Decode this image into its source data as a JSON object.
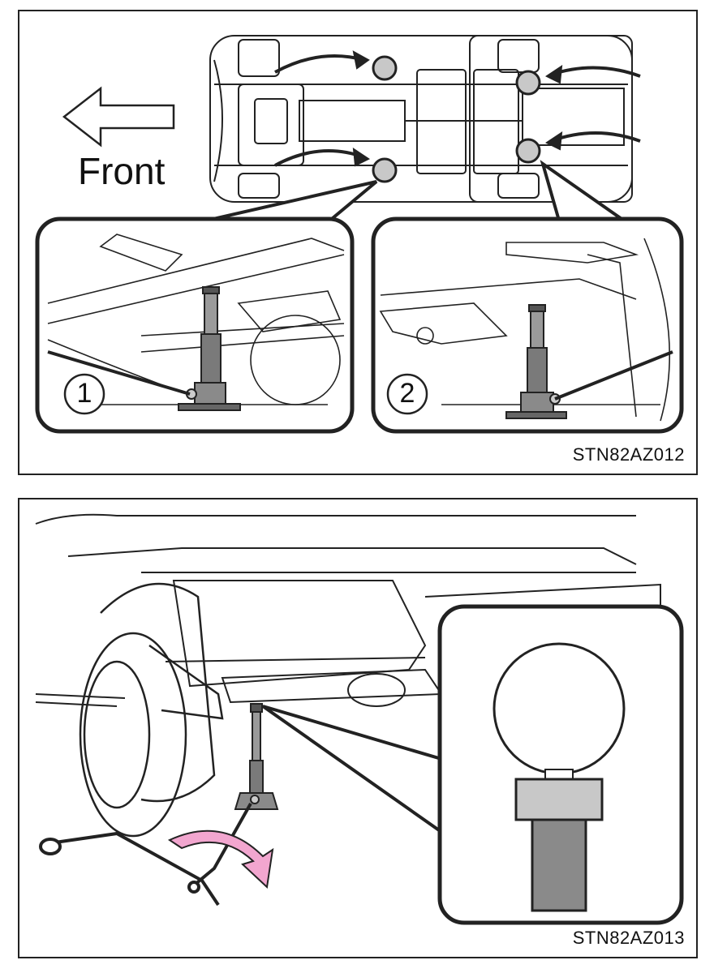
{
  "top_figure": {
    "direction_label": "Front",
    "callout_1": "1",
    "callout_2": "2",
    "code": "STN82AZ012"
  },
  "bottom_figure": {
    "code": "STN82AZ013"
  },
  "colors": {
    "line": "#222222",
    "jack_point": "#c8c8c8",
    "jack_gray": "#7a7a7a",
    "arrow_pink": "#f2a6cf"
  }
}
